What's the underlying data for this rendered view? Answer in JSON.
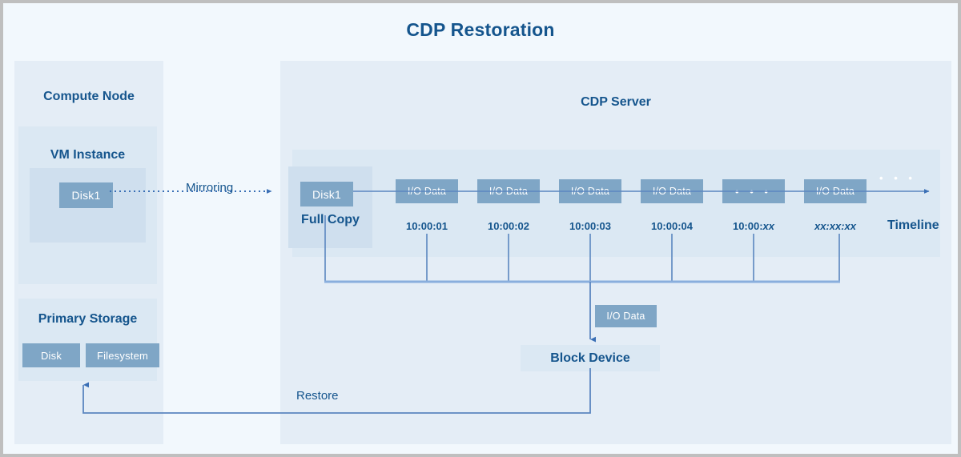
{
  "diagram": {
    "title": "CDP Restoration"
  },
  "compute_node": {
    "title": "Compute Node",
    "vm_instance": {
      "title": "VM Instance",
      "disk_label": "Disk1"
    },
    "primary_storage": {
      "title": "Primary Storage",
      "items": [
        "Disk",
        "Filesystem"
      ]
    }
  },
  "cdp_server": {
    "title": "CDP Server",
    "full_copy": {
      "disk_label": "Disk1",
      "caption": "Full Copy"
    },
    "timeline": {
      "axis_label": "Timeline",
      "entries": [
        {
          "box_label": "I/O Data",
          "time": "10:00:01",
          "time_italic": false,
          "is_ellipsis": false
        },
        {
          "box_label": "I/O Data",
          "time": "10:00:02",
          "time_italic": false,
          "is_ellipsis": false
        },
        {
          "box_label": "I/O Data",
          "time": "10:00:03",
          "time_italic": false,
          "is_ellipsis": false
        },
        {
          "box_label": "I/O Data",
          "time": "10:00:04",
          "time_italic": false,
          "is_ellipsis": false
        },
        {
          "box_label": "• • •",
          "time_prefix": "10:00:",
          "time_suffix": "xx",
          "time_italic": true,
          "is_ellipsis": true
        },
        {
          "box_label": "I/O Data",
          "time": "xx:xx:xx",
          "time_italic": true,
          "is_ellipsis": false
        }
      ],
      "trailing_ellipsis": "• • •"
    }
  },
  "flows": {
    "mirroring_label": "Mirroring",
    "restore_label": "Restore",
    "io_drop_label": "I/O Data",
    "block_device_label": "Block Device"
  },
  "colors": {
    "page_background": "#bfbfbf",
    "canvas": "#f2f8fd",
    "panel": "#e4edf6",
    "sub_panel": "#dbe8f3",
    "inner_panel": "#cfdfee",
    "chip": "#7fa6c6",
    "chip_text": "#ffffff",
    "text_accent": "#15558d",
    "line": "#5b86c0"
  }
}
